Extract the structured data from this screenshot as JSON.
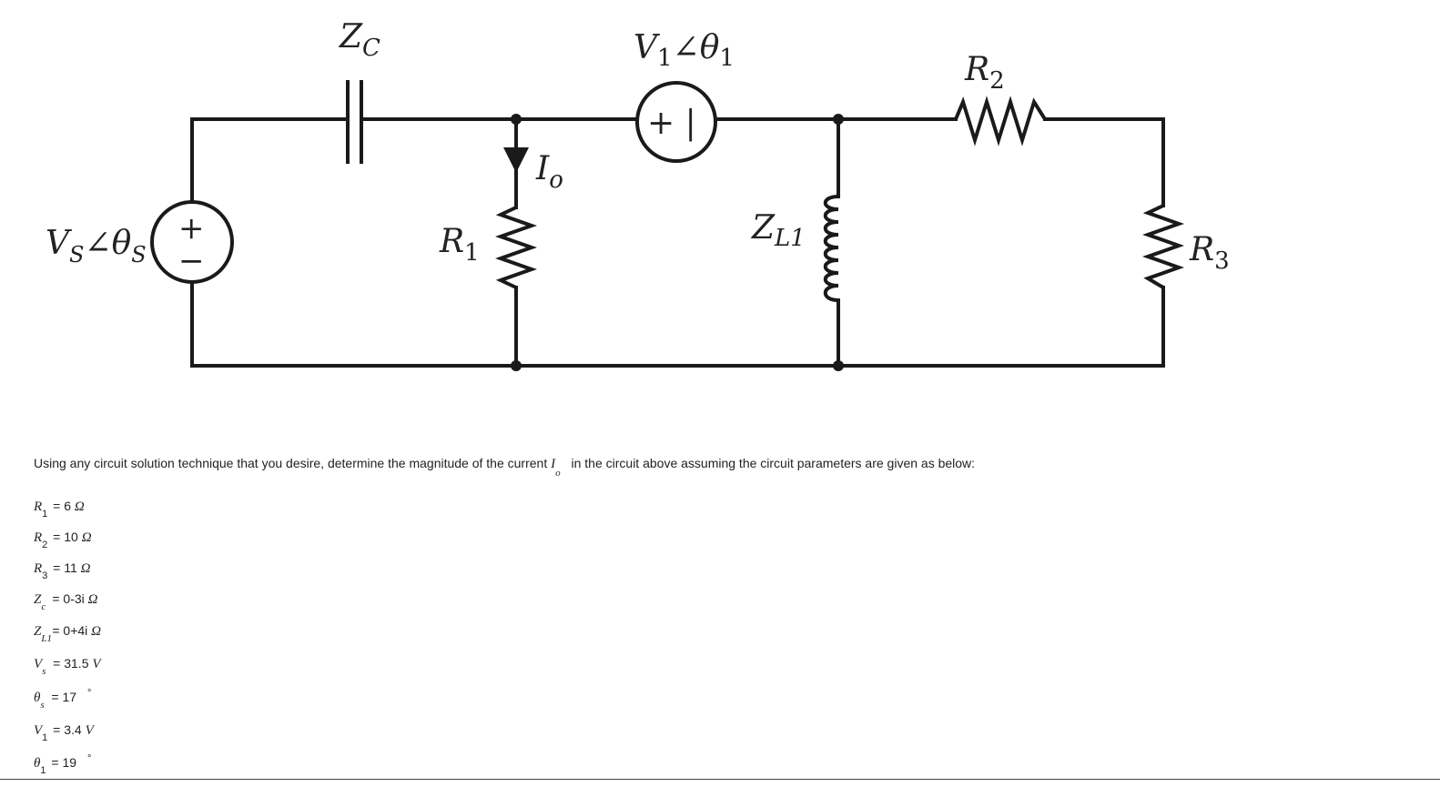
{
  "circuit": {
    "labels": {
      "zc_main": "Z",
      "zc_sub": "C",
      "v1_main": "V",
      "v1_sub": "1",
      "v1_angle": "∠θ",
      "v1_angle_sub": "1",
      "r2_main": "R",
      "r2_sub": "2",
      "io_main": "I",
      "io_sub": "o",
      "vs_main": "V",
      "vs_sub": "S",
      "vs_angle": "∠θ",
      "vs_angle_sub": "S",
      "r1_main": "R",
      "r1_sub": "1",
      "zl1_main": "Z",
      "zl1_sub": "L1",
      "r3_main": "R",
      "r3_sub": "3"
    },
    "source_symbols": {
      "plus": "+",
      "minus": "−",
      "series_source": "+ |"
    }
  },
  "question": {
    "before": "Using any circuit solution technique that you desire, determine the magnitude of the current ",
    "symbol": "I",
    "symbol_sub": "o",
    "after": " in the circuit above assuming the circuit parameters are given as below:"
  },
  "params": [
    {
      "sym": "R",
      "sub": "1",
      "value": "= 6 ",
      "unit": "Ω"
    },
    {
      "sym": "R",
      "sub": "2",
      "value": "= 10 ",
      "unit": "Ω"
    },
    {
      "sym": "R",
      "sub": "3",
      "value": "= 11 ",
      "unit": "Ω"
    },
    {
      "sym": "Z",
      "sub": "c",
      "value": "= 0-3i ",
      "unit": "Ω"
    },
    {
      "sym": "Z",
      "sub": "L1",
      "value": "= 0+4i ",
      "unit": "Ω"
    },
    {
      "sym": "V",
      "sub": "s",
      "value": "= 31.5 ",
      "unit": "V"
    },
    {
      "sym": "θ",
      "sub": "s",
      "value": "= 17",
      "unit": "°"
    },
    {
      "sym": "V",
      "sub": "1",
      "value": "= 3.4 ",
      "unit": "V"
    },
    {
      "sym": "θ",
      "sub": "1",
      "value": "= 19",
      "unit": "°"
    }
  ]
}
